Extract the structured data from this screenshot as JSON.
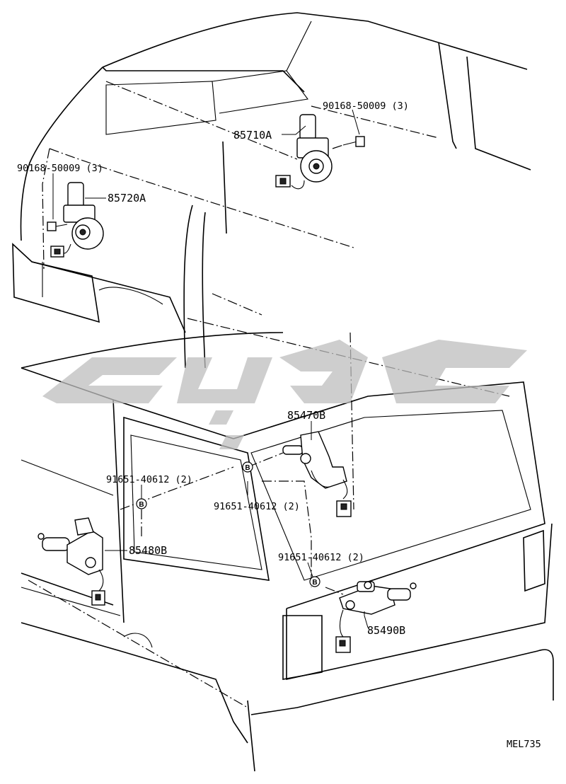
{
  "parts": {
    "motor_front_right": "85710A",
    "motor_front_left": "85720A",
    "bolt_upper_right": "90168-50009 (3)",
    "bolt_upper_left": "90168-50009 (3)",
    "actuator_back_door": "85470B",
    "actuator_left_side": "85480B",
    "actuator_right_rear": "85490B",
    "screw_left": "91651-40612 (2)",
    "screw_center": "91651-40612 (2)",
    "screw_right": "91651-40612 (2)"
  },
  "callout_marker": "B",
  "diagram_code": "MEL735"
}
